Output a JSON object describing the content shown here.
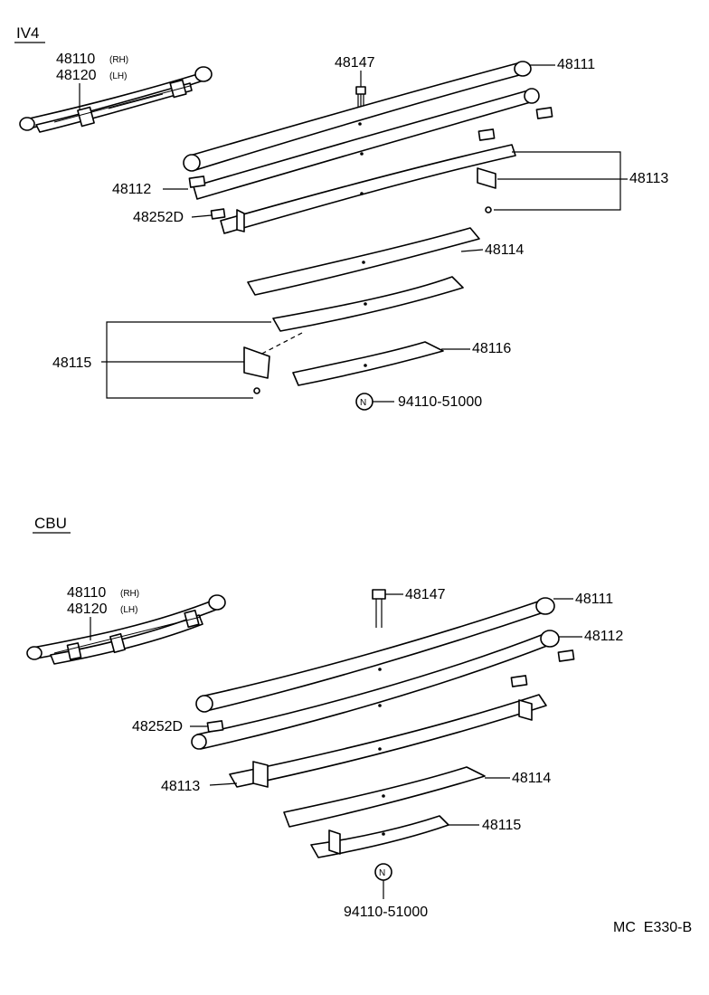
{
  "sections": {
    "iv4": {
      "title": "IV4",
      "assembly_rh": "48110",
      "assembly_rh_tag": "(RH)",
      "assembly_lh": "48120",
      "assembly_lh_tag": "(LH)",
      "bolt": "48147",
      "leaf_1": "48111",
      "leaf_2": "48112",
      "liner": "48252D",
      "leaf_3_clip": "48113",
      "leaf_4": "48114",
      "leaf_5_clip": "48115",
      "leaf_6": "48116",
      "nut_symbol": "N",
      "nut": "94110-51000"
    },
    "cbu": {
      "title": "CBU",
      "assembly_rh": "48110",
      "assembly_rh_tag": "(RH)",
      "assembly_lh": "48120",
      "assembly_lh_tag": "(LH)",
      "bolt": "48147",
      "leaf_1": "48111",
      "leaf_2": "48112",
      "liner": "48252D",
      "leaf_3_clip": "48113",
      "leaf_4": "48114",
      "leaf_5_clip": "48115",
      "nut_symbol": "N",
      "nut": "94110-51000"
    }
  },
  "footer": {
    "code": "MC  E330-B"
  }
}
